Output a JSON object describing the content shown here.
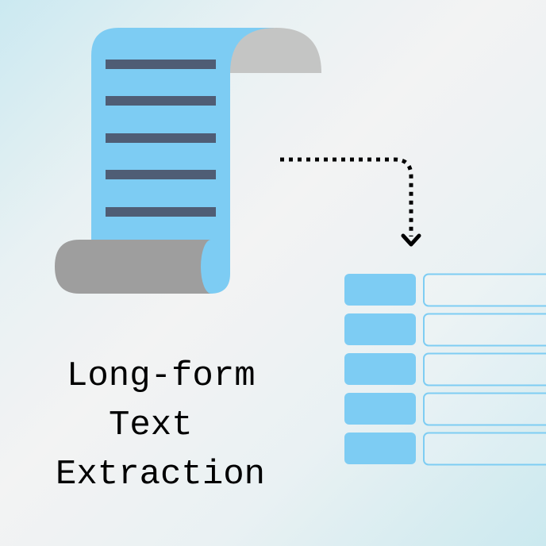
{
  "title": {
    "line1": "Long-form",
    "line2": "Text",
    "line3": "Extraction"
  },
  "colors": {
    "paper": "#7dccf3",
    "text_lines": "#4f5d75",
    "roll": "#9e9e9e",
    "curl": "#c4c5c4",
    "arrow": "#000000",
    "table_outline": "#7ecdf3"
  },
  "icons": {
    "document": "scroll-icon",
    "arrow": "dotted-arrow-icon",
    "table": "table-icon"
  },
  "table": {
    "rows": 5
  }
}
